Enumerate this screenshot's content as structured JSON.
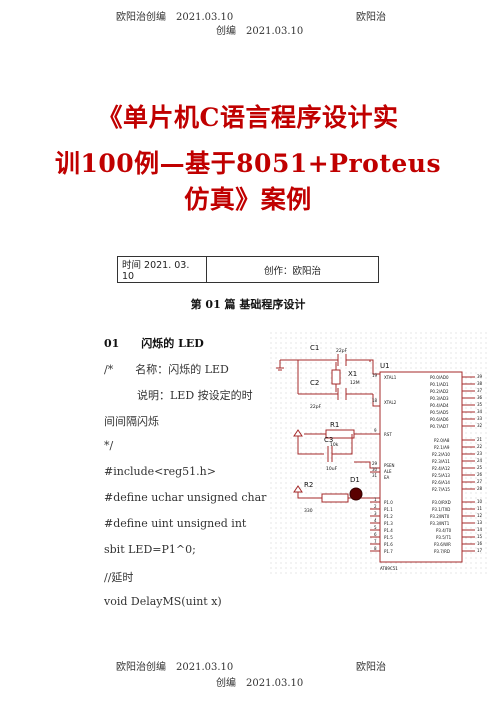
{
  "header": {
    "left": "欧阳治创编　2021.03.10",
    "right": "欧阳治",
    "line2": "创编　2021.03.10"
  },
  "title": {
    "line1": "《单片机C语言程序设计实",
    "line2": "训100例—基于8051+Proteus",
    "line3": "仿真》案例"
  },
  "meta": {
    "time": "时间 2021. 03. 10",
    "author": "创作：欧阳治"
  },
  "section_title": "第 01 篇 基础程序设计",
  "example": {
    "heading": "01　　闪烁的 LED",
    "lines": [
      "/*　　名称：闪烁的 LED",
      "　　　说明：LED 按设定的时",
      "间间隔闪烁",
      "*/",
      "#include<reg51.h>",
      "#define uchar unsigned char",
      "#define uint unsigned int",
      "sbit LED=P1^0;",
      "//延时",
      "void DelayMS(uint x)"
    ]
  },
  "circuit": {
    "components": {
      "c1": "C1",
      "c1_val": "22pF",
      "c2": "C2",
      "c2_val": "22pF",
      "x1": "X1",
      "x1_val": "12M",
      "r1": "R1",
      "r1_val": "10k",
      "c3": "C3",
      "c3_val": "10uF",
      "r2": "R2",
      "r2_val": "330",
      "d1": "D1",
      "u1": "U1",
      "u1_part": "AT89C51"
    },
    "left_pins": [
      "XTAL1",
      "XTAL2",
      "RST",
      "PSEN",
      "ALE",
      "EA",
      "P1.0",
      "P1.1",
      "P1.2",
      "P1.3",
      "P1.4",
      "P1.5",
      "P1.6",
      "P1.7"
    ],
    "left_pin_nums": [
      "19",
      "18",
      "9",
      "29",
      "30",
      "31",
      "1",
      "2",
      "3",
      "4",
      "5",
      "6",
      "7",
      "8"
    ],
    "right_pins": [
      "P0.0/AD0",
      "P0.1/AD1",
      "P0.2/AD2",
      "P0.3/AD3",
      "P0.4/AD4",
      "P0.5/AD5",
      "P0.6/AD6",
      "P0.7/AD7",
      "P2.0/A8",
      "P2.1/A9",
      "P2.2/A10",
      "P2.3/A11",
      "P2.4/A12",
      "P2.5/A13",
      "P2.6/A14",
      "P2.7/A15",
      "P3.0/RXD",
      "P3.1/TXD",
      "P3.2/INT0",
      "P3.3/INT1",
      "P3.4/T0",
      "P3.5/T1",
      "P3.6/WR",
      "P3.7/RD"
    ],
    "right_pin_nums": [
      "39",
      "38",
      "37",
      "36",
      "35",
      "34",
      "33",
      "32",
      "21",
      "22",
      "23",
      "24",
      "25",
      "26",
      "27",
      "28",
      "10",
      "11",
      "12",
      "13",
      "14",
      "15",
      "16",
      "17"
    ]
  },
  "footer": {
    "left": "欧阳治创编　2021.03.10",
    "right": "欧阳治",
    "line2": "创编　2021.03.10"
  }
}
